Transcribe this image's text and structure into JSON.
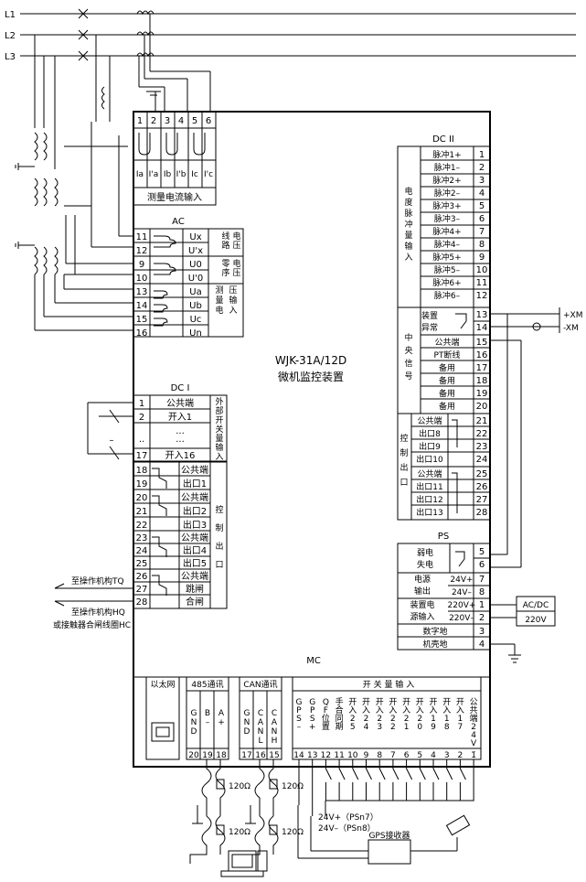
{
  "device": {
    "model": "WJK-31A/12D",
    "name": "微机监控装置"
  },
  "phases": [
    "L1",
    "L2",
    "L3"
  ],
  "ct_block": {
    "terminals": [
      "1",
      "2",
      "3",
      "4",
      "5",
      "6"
    ],
    "labels": [
      "Ia",
      "I'a",
      "Ib",
      "I'b",
      "Ic",
      "I'c"
    ],
    "title": "测量电流输入"
  },
  "ac": {
    "title": "AC",
    "rows": [
      {
        "n": "11",
        "sig": "Ux"
      },
      {
        "n": "12",
        "sig": "U'x"
      },
      {
        "n": "9",
        "sig": "U0"
      },
      {
        "n": "10",
        "sig": "U'0"
      },
      {
        "n": "13",
        "sig": "Ua"
      },
      {
        "n": "14",
        "sig": "Ub"
      },
      {
        "n": "15",
        "sig": "Uc"
      },
      {
        "n": "16",
        "sig": "Un"
      }
    ],
    "groups": [
      "线路电压",
      "零序电压",
      "测量电压输入"
    ]
  },
  "dc1": {
    "title": "DC I",
    "rows": [
      {
        "n": "1",
        "label": "公共端"
      },
      {
        "n": "2",
        "label": "开入1"
      },
      {
        "n": "",
        "label": "..."
      },
      {
        "n": "..",
        "label": "..."
      },
      {
        "n": "17",
        "label": "开入16"
      }
    ],
    "side": "外部开关量输入",
    "dash": "–"
  },
  "ctrl": {
    "rows": [
      {
        "n": "18",
        "label": "公共端"
      },
      {
        "n": "19",
        "label": "出口1"
      },
      {
        "n": "20",
        "label": "公共端"
      },
      {
        "n": "21",
        "label": "出口2"
      },
      {
        "n": "22",
        "label": "出口3"
      },
      {
        "n": "23",
        "label": "公共端"
      },
      {
        "n": "24",
        "label": "出口4"
      },
      {
        "n": "25",
        "label": "出口5"
      },
      {
        "n": "26",
        "label": "公共端"
      },
      {
        "n": "27",
        "label": "跳闸"
      },
      {
        "n": "28",
        "label": "合闸"
      }
    ],
    "side": "控制出口",
    "note_q": "至操作机构TQ",
    "note_h1": "至操作机构HQ",
    "note_h2": "或接触器合闸线圈HC"
  },
  "dc2": {
    "title": "DC II",
    "pulse_rows": [
      {
        "label": "脉冲1+",
        "n": "1"
      },
      {
        "label": "脉冲1–",
        "n": "2"
      },
      {
        "label": "脉冲2+",
        "n": "3"
      },
      {
        "label": "脉冲2–",
        "n": "4"
      },
      {
        "label": "脉冲3+",
        "n": "5"
      },
      {
        "label": "脉冲3–",
        "n": "6"
      },
      {
        "label": "脉冲4+",
        "n": "7"
      },
      {
        "label": "脉冲4–",
        "n": "8"
      },
      {
        "label": "脉冲5+",
        "n": "9"
      },
      {
        "label": "脉冲5–",
        "n": "10"
      },
      {
        "label": "脉冲6+",
        "n": "11"
      },
      {
        "label": "脉冲6–",
        "n": "12"
      }
    ],
    "pulse_side": "电度脉冲量输入",
    "alarm_label": "装置异常",
    "alarm_terms": [
      "13",
      "14"
    ],
    "central_rows": [
      {
        "label": "公共端",
        "n": "15"
      },
      {
        "label": "PT断线",
        "n": "16"
      },
      {
        "label": "备用",
        "n": "17"
      },
      {
        "label": "备用",
        "n": "18"
      },
      {
        "label": "备用",
        "n": "19"
      },
      {
        "label": "备用",
        "n": "20"
      }
    ],
    "central_side": "中央信号",
    "out_rows": [
      {
        "label": "公共端",
        "n": "21"
      },
      {
        "label": "出口8",
        "n": "22"
      },
      {
        "label": "出口9",
        "n": "23"
      },
      {
        "label": "出口10",
        "n": "24"
      },
      {
        "label": "公共端",
        "n": "25"
      },
      {
        "label": "出口11",
        "n": "26"
      },
      {
        "label": "出口12",
        "n": "27"
      },
      {
        "label": "出口13",
        "n": "28"
      }
    ],
    "out_side": "控制出口",
    "xm_pos": "+XM",
    "xm_neg": "-XM"
  },
  "ps": {
    "title": "PS",
    "rows": [
      {
        "label": "弱电失电",
        "n": [
          "5",
          "6"
        ]
      },
      {
        "label": "电源输出",
        "sub": [
          "24V+",
          "24V–"
        ],
        "n": [
          "7",
          "8"
        ]
      },
      {
        "label": "装置电源输入",
        "sub": [
          "220V+",
          "220V–"
        ],
        "n": [
          "1",
          "2"
        ]
      },
      {
        "label": "数字地",
        "n": [
          "3"
        ]
      },
      {
        "label": "机壳地",
        "n": [
          "4"
        ]
      }
    ],
    "acdc": [
      "AC/DC",
      "220V"
    ]
  },
  "mc": {
    "title": "MC",
    "ethernet": "以太网",
    "rs485": {
      "title": "485通讯",
      "cols": [
        [
          "G",
          "N",
          "D"
        ],
        [
          "B",
          "–"
        ],
        [
          "A",
          "+"
        ]
      ],
      "n": [
        "20",
        "19",
        "18"
      ]
    },
    "can": {
      "title": "CAN通讯",
      "cols": [
        [
          "G",
          "N",
          "D"
        ],
        [
          "C",
          "A",
          "N",
          "L"
        ],
        [
          "C",
          "A",
          "N",
          "H"
        ]
      ],
      "n": [
        "17",
        "16",
        "15"
      ]
    },
    "switch_title": "开  关  量  输  入",
    "inputs": [
      {
        "txt": [
          "G",
          "P",
          "S",
          "–"
        ],
        "n": "14"
      },
      {
        "txt": [
          "G",
          "P",
          "S",
          "+"
        ],
        "n": "13"
      },
      {
        "txt": [
          "Q",
          "F",
          "位",
          "置"
        ],
        "n": "12"
      },
      {
        "txt": [
          "手",
          "合",
          "同",
          "期"
        ],
        "n": "11"
      },
      {
        "txt": [
          "开",
          "入",
          "2",
          "5"
        ],
        "n": "10"
      },
      {
        "txt": [
          "开",
          "入",
          "2",
          "4"
        ],
        "n": "9"
      },
      {
        "txt": [
          "开",
          "入",
          "2",
          "3"
        ],
        "n": "8"
      },
      {
        "txt": [
          "开",
          "入",
          "2",
          "2"
        ],
        "n": "7"
      },
      {
        "txt": [
          "开",
          "入",
          "2",
          "1"
        ],
        "n": "6"
      },
      {
        "txt": [
          "开",
          "入",
          "2",
          "0"
        ],
        "n": "5"
      },
      {
        "txt": [
          "开",
          "入",
          "1",
          "9"
        ],
        "n": "4"
      },
      {
        "txt": [
          "开",
          "入",
          "1",
          "8"
        ],
        "n": "3"
      },
      {
        "txt": [
          "开",
          "入",
          "1",
          "7"
        ],
        "n": "2"
      },
      {
        "txt": [
          "公",
          "共",
          "端",
          "2",
          "4",
          "V",
          "–"
        ],
        "n": "1"
      }
    ]
  },
  "bottom": {
    "resistor": "120Ω",
    "gps_pos": "24V+（PSn7）",
    "gps_neg": "24V–（PSn8）",
    "gps_receiver": "GPS接收器"
  }
}
